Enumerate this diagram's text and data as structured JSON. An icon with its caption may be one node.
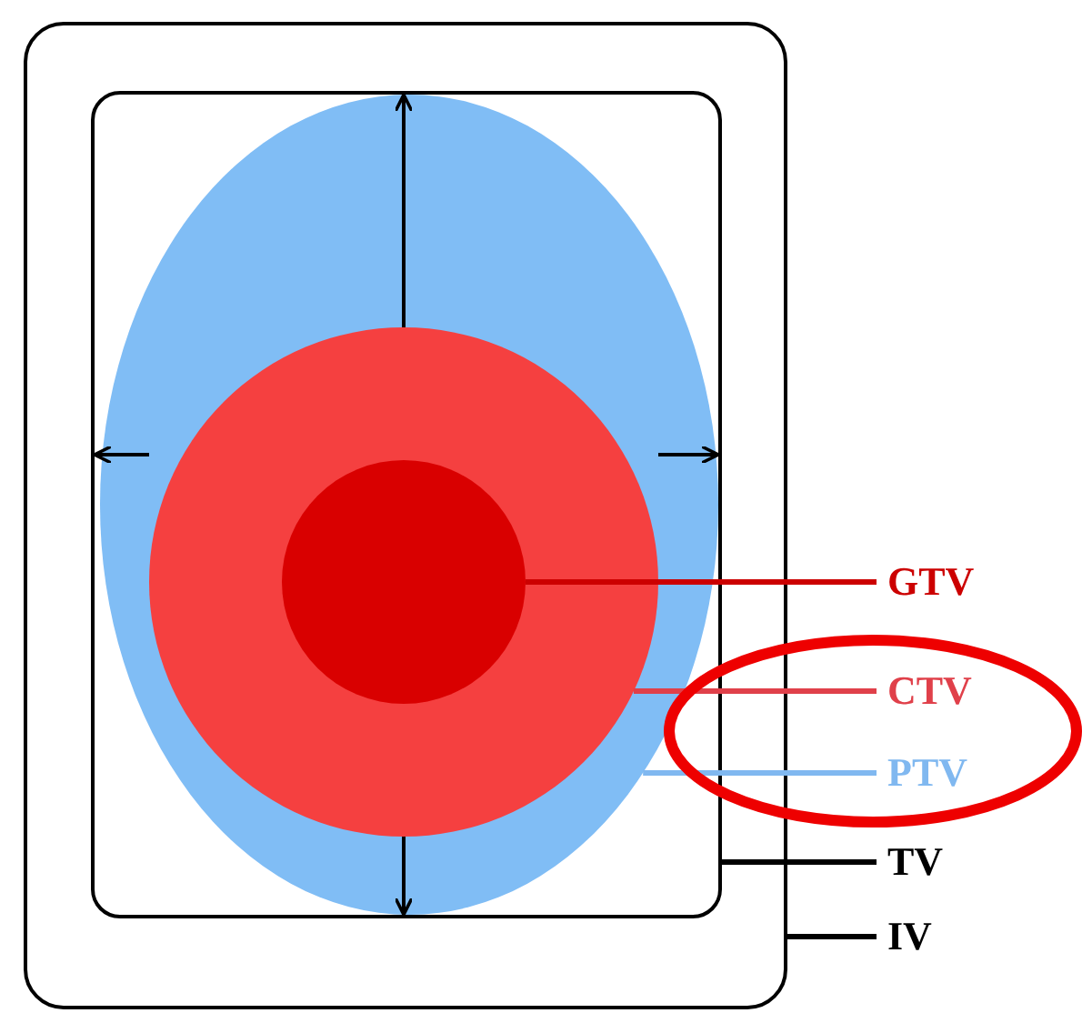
{
  "diagram": {
    "nodes": [
      {
        "text": [],
        "shape": "box"
      },
      {
        "text": [],
        "shape": "box",
        "in": 0
      },
      {
        "text": [],
        "shape": "ellipse",
        "in": 1
      },
      {
        "text": [],
        "shape": "circle",
        "in": 2
      },
      {
        "text": [],
        "shape": "circle",
        "in": 3
      },
      {
        "text": [
          "GTV"
        ]
      },
      {
        "text": [
          "CTV"
        ]
      },
      {
        "text": [
          "PTV"
        ]
      },
      {
        "text": [
          "TV"
        ]
      },
      {
        "text": [
          "IV"
        ]
      }
    ],
    "edges": [
      {
        "from": 5,
        "to": 4,
        "arrow": "none",
        "color": "#cc0000"
      },
      {
        "from": 6,
        "to": 3,
        "arrow": "none",
        "color": "#e0404a"
      },
      {
        "from": 7,
        "to": 2,
        "arrow": "none",
        "color": "#80b8f0"
      },
      {
        "from": 8,
        "to": 1,
        "arrow": "none"
      },
      {
        "from": 9,
        "to": 0,
        "arrow": "none"
      },
      {
        "from": 3,
        "to": 1,
        "arrow": "to"
      },
      {
        "from": 3,
        "to": 1,
        "arrow": "to"
      },
      {
        "from": 3,
        "to": 1,
        "arrow": "to"
      },
      {
        "from": 3,
        "to": 1,
        "arrow": "to"
      }
    ]
  }
}
